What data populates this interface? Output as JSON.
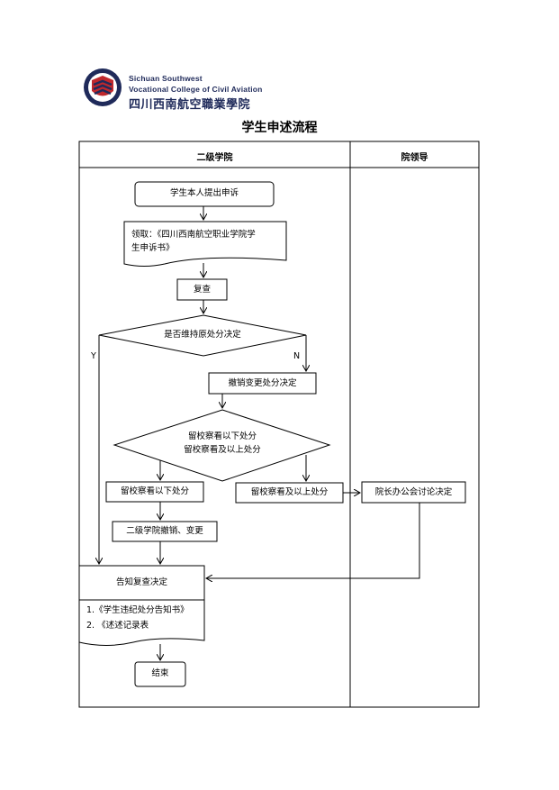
{
  "logo": {
    "en_line1": "Sichuan Southwest",
    "en_line2": "Vocational College of Civil Aviation",
    "cn": "四川西南航空職業學院"
  },
  "title": "学生申述流程",
  "lanes": {
    "left": "二级学院",
    "right": "院领导"
  },
  "nodes": {
    "student_submit": "学生本人提出申诉",
    "collect_form_1": "领取：《四川西南航空职业学院学",
    "collect_form_2": "生申诉书》",
    "review": "复查",
    "decision_keep": "是否维持原处分决定",
    "yes": "Y",
    "no": "N",
    "revoke_change": "撤销变更处分决定",
    "decision_level_1": "留校察看以下处分",
    "decision_level_2": "留校察看及以上处分",
    "below_probation": "留校察看以下处分",
    "above_probation": "留校察看及以上处分",
    "college_revoke": "二级学院撤销、变更",
    "president_office": "院长办公会讨论决定",
    "notify": "告知复查决定",
    "doc_1": "1.《学生违纪处分告知书》",
    "doc_2": "2. 《述述记录表",
    "end": "结束"
  },
  "colors": {
    "line": "#000000",
    "logo_blue": "#1f2a5a",
    "logo_red": "#c0282d"
  }
}
